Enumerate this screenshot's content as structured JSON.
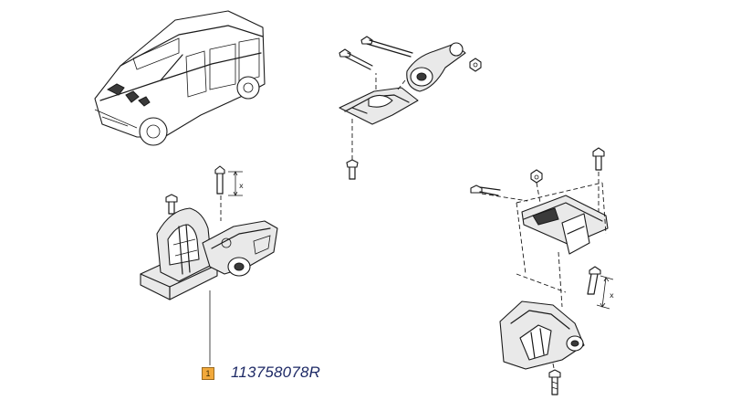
{
  "callout": {
    "index": "1",
    "part_number": "113758078R"
  },
  "dimension_labels": [
    "x",
    "x"
  ],
  "colors": {
    "badge": "#f2a93b",
    "part_number_text": "#1e2a66",
    "line": "#1a1a1a"
  }
}
